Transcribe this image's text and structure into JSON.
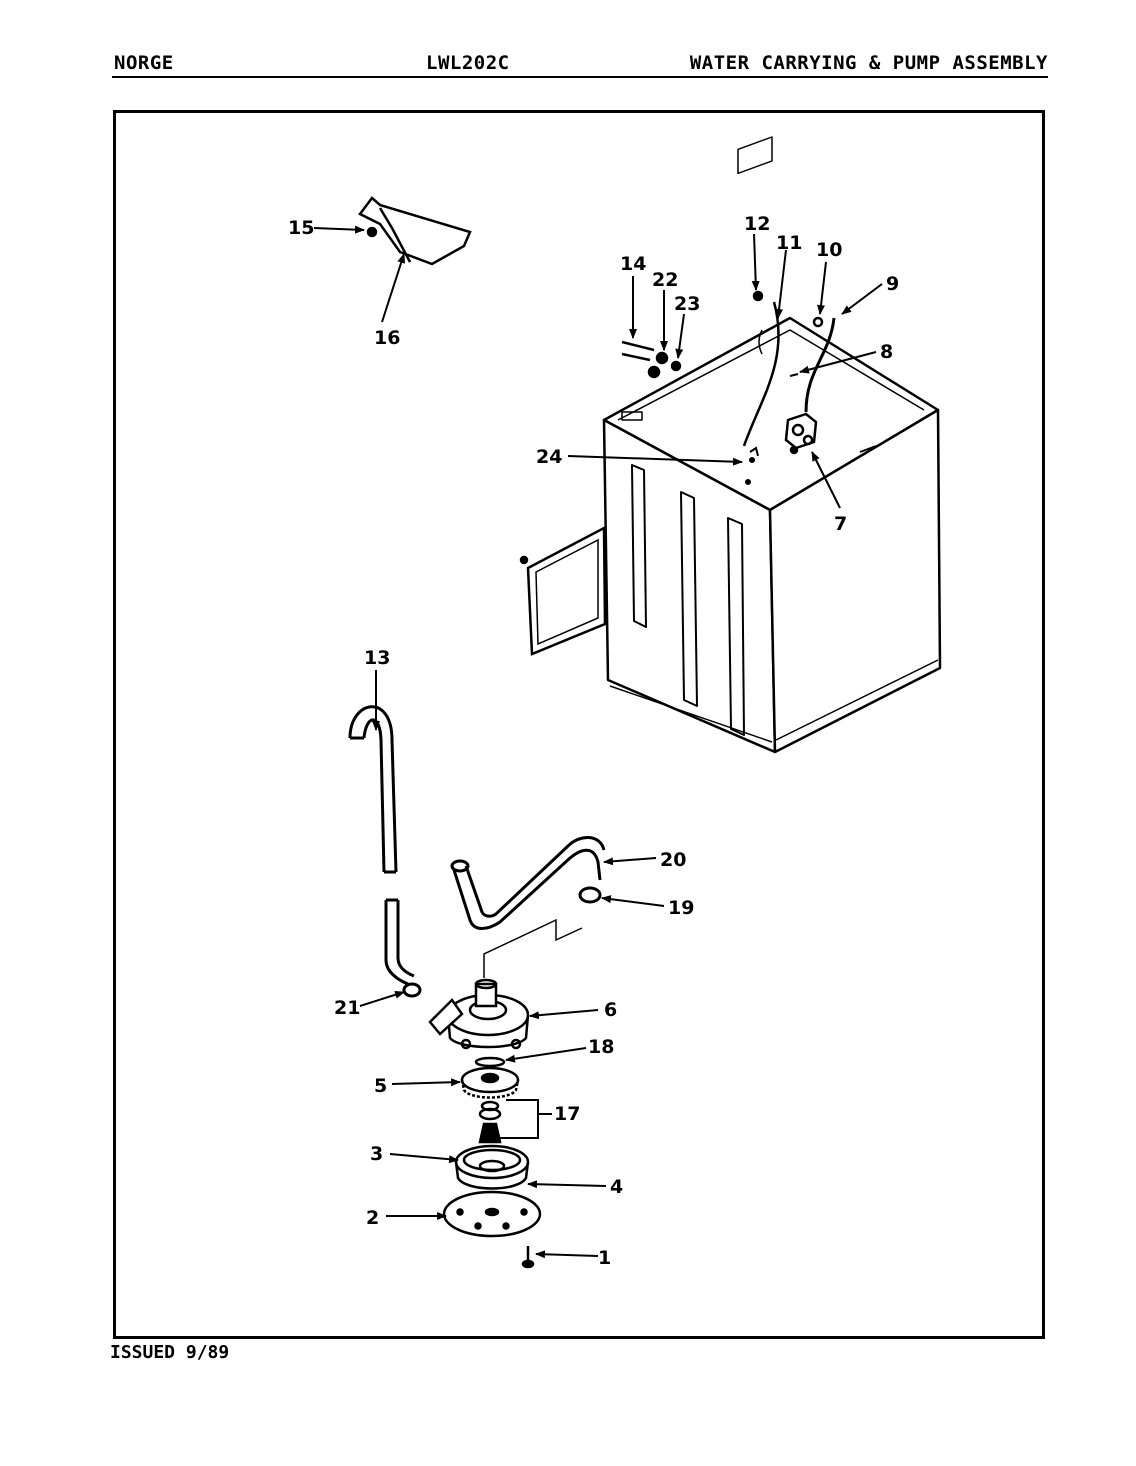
{
  "header": {
    "brand": "NORGE",
    "model": "LWL202C",
    "title": "WATER CARRYING & PUMP ASSEMBLY"
  },
  "footer": {
    "issued": "ISSUED 9/89"
  },
  "callouts": {
    "c1": "1",
    "c2": "2",
    "c3": "3",
    "c4": "4",
    "c5": "5",
    "c6": "6",
    "c7": "7",
    "c8": "8",
    "c9": "9",
    "c10": "10",
    "c11": "11",
    "c12": "12",
    "c13": "13",
    "c14": "14",
    "c15": "15",
    "c16": "16",
    "c17": "17",
    "c18": "18",
    "c19": "19",
    "c20": "20",
    "c21": "21",
    "c22": "22",
    "c23": "23",
    "c24": "24"
  }
}
